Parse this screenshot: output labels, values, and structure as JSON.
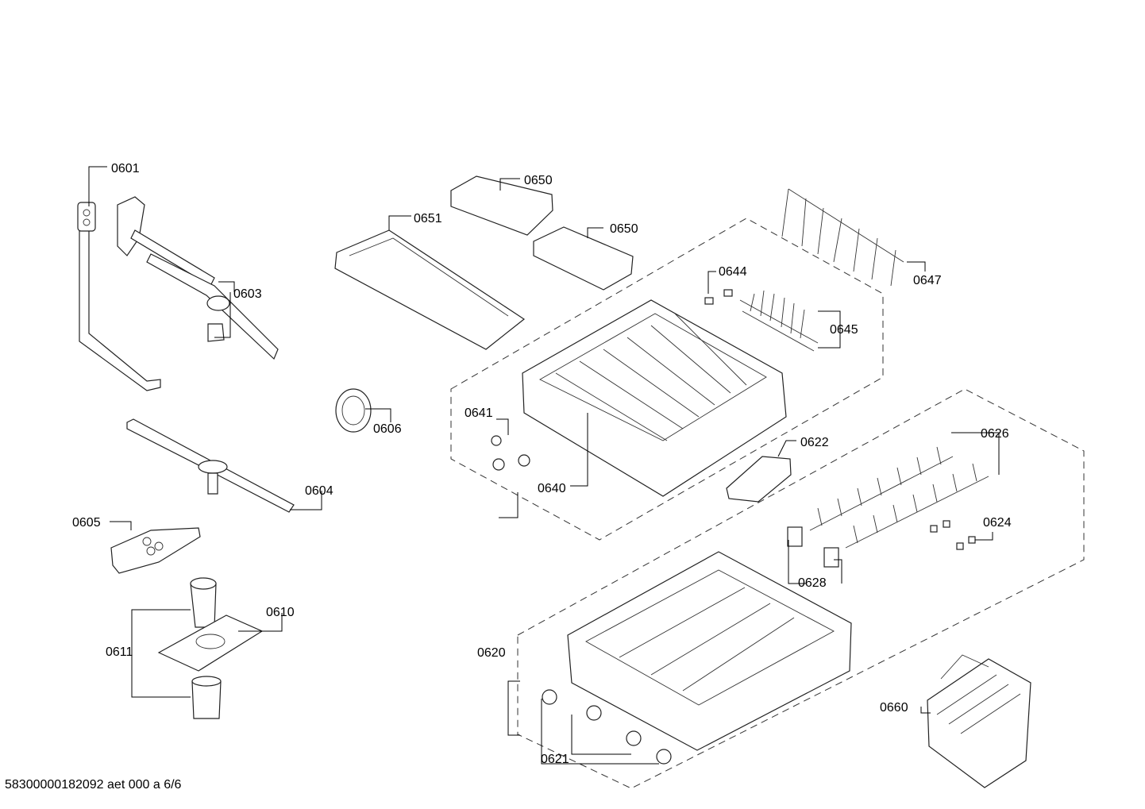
{
  "labels": {
    "p0601": "0601",
    "p0603": "0603",
    "p0604": "0604",
    "p0605": "0605",
    "p0606": "0606",
    "p0610": "0610",
    "p0611": "0611",
    "p0620": "0620",
    "p0621": "0621",
    "p0622": "0622",
    "p0624": "0624",
    "p0626": "0626",
    "p0628": "0628",
    "p0640": "0640",
    "p0641": "0641",
    "p0644": "0644",
    "p0645": "0645",
    "p0647": "0647",
    "p0650a": "0650",
    "p0650b": "0650",
    "p0651": "0651",
    "p0660": "0660"
  },
  "footer": "58300000182092 aet 000 a 6/6"
}
